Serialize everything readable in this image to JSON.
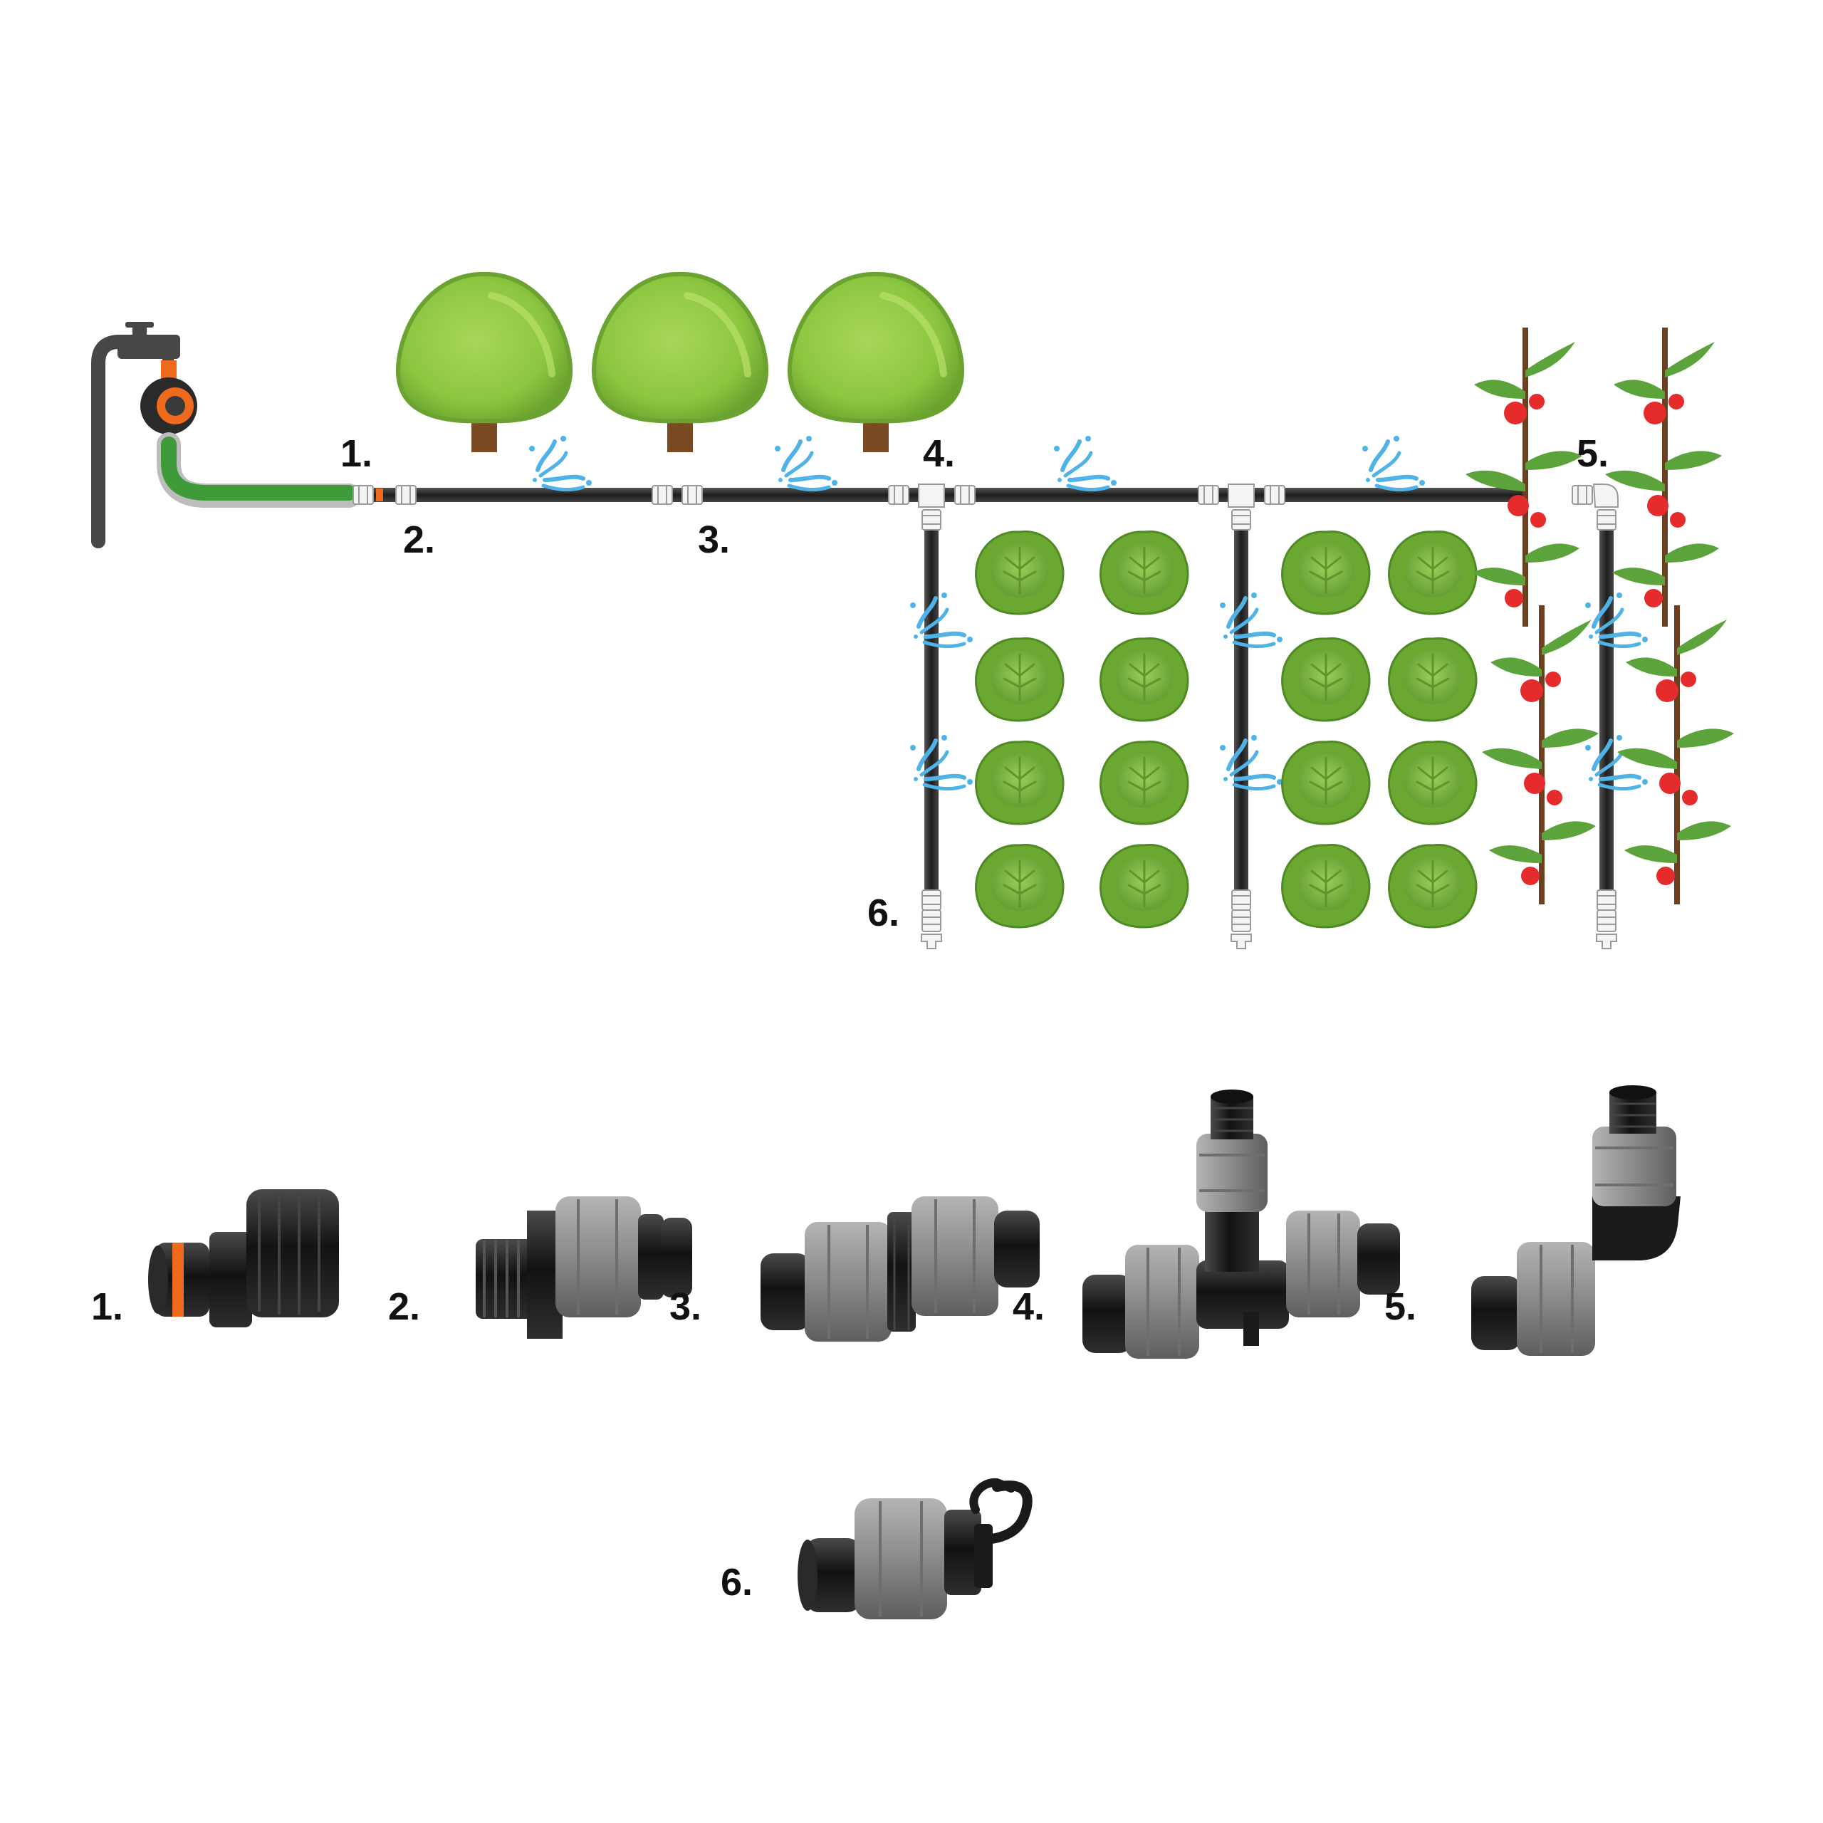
{
  "diagram": {
    "labels": [
      "1.",
      "2.",
      "3.",
      "4.",
      "5.",
      "6."
    ]
  },
  "parts_row": {
    "labels": [
      "1.",
      "2.",
      "3.",
      "4.",
      "5.",
      "6."
    ]
  },
  "colors": {
    "pipe": "#2b2b2b",
    "fitting_grey": "#8e8e8e",
    "fitting_dark": "#1c1c1c",
    "accent_orange": "#f06a1d",
    "hose_green": "#3f9a3a",
    "tree_green": "#8cc63f",
    "trunk_brown": "#7a4a23",
    "lettuce_green": "#7dbb43",
    "tomato_red": "#e52b2b",
    "water_blue": "#4fb3e8"
  }
}
